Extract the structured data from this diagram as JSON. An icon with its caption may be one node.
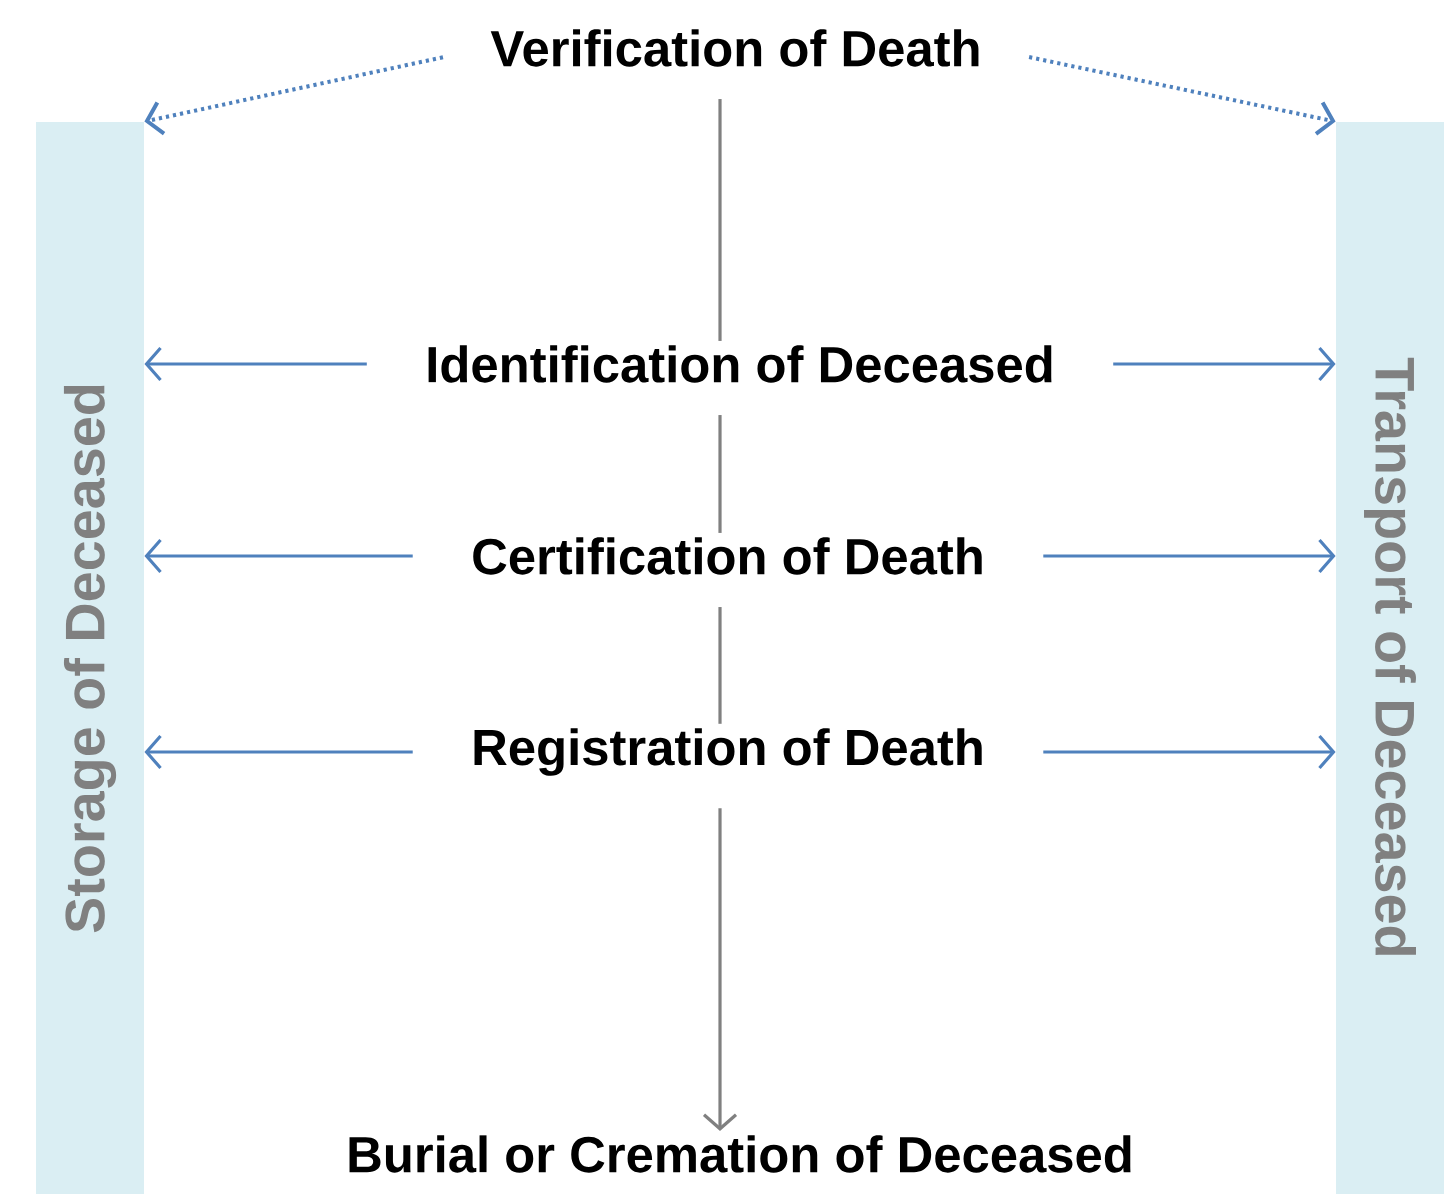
{
  "diagram": {
    "nodes": [
      {
        "text": [
          "Verification of Death"
        ]
      },
      {
        "text": [
          "Identification of Deceased"
        ]
      },
      {
        "text": [
          "Certification of Death"
        ]
      },
      {
        "text": [
          "Registration of Death"
        ]
      },
      {
        "text": [
          "Burial or Cremation of Deceased"
        ]
      },
      {
        "text": [
          "Storage of Deceased"
        ]
      },
      {
        "text": [
          "Transport of Deceased"
        ]
      }
    ],
    "edges": [
      {
        "from": 0,
        "to": 1,
        "arrow": "none",
        "color": "#808080"
      },
      {
        "from": 1,
        "to": 2,
        "arrow": "none",
        "color": "#808080"
      },
      {
        "from": 2,
        "to": 3,
        "arrow": "none",
        "color": "#808080"
      },
      {
        "from": 3,
        "to": 4,
        "arrow": "to",
        "color": "#808080"
      },
      {
        "from": 0,
        "to": 5,
        "arrow": "to",
        "style": "dashed"
      },
      {
        "from": 0,
        "to": 6,
        "arrow": "to",
        "style": "dashed"
      },
      {
        "from": 1,
        "to": 5,
        "arrow": "to"
      },
      {
        "from": 1,
        "to": 6,
        "arrow": "to"
      },
      {
        "from": 2,
        "to": 5,
        "arrow": "to"
      },
      {
        "from": 2,
        "to": 6,
        "arrow": "to"
      },
      {
        "from": 3,
        "to": 5,
        "arrow": "to"
      },
      {
        "from": 3,
        "to": 6,
        "arrow": "to"
      }
    ]
  }
}
